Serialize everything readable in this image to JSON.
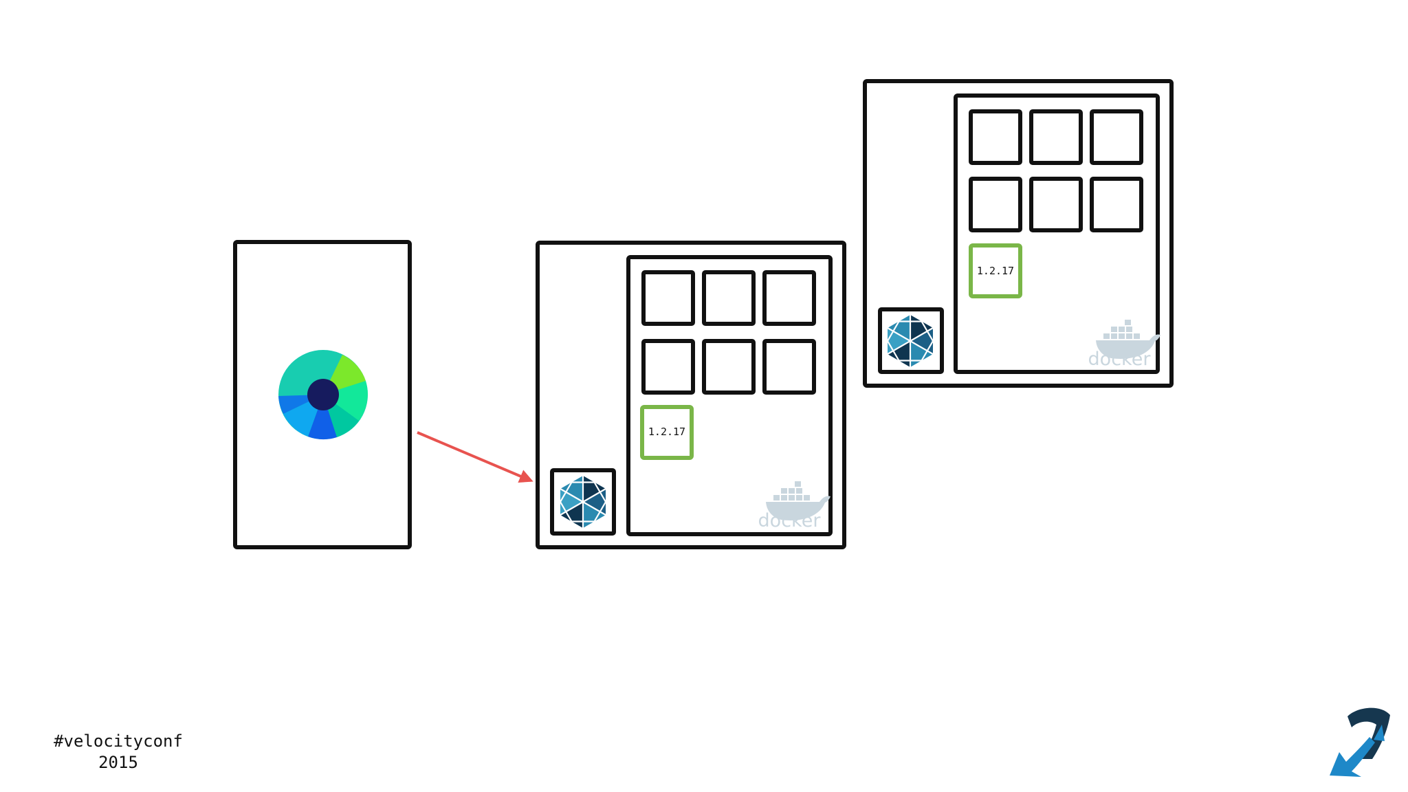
{
  "host_a": {
    "version_box": "1.2.17",
    "docker_wordmark": "docker"
  },
  "host_b": {
    "version_box": "1.2.17",
    "docker_wordmark": "docker"
  },
  "footer": {
    "hashtag": "#velocityconf",
    "year": "2015"
  },
  "colors": {
    "outline": "#111111",
    "version_box": "#7ab648",
    "arrow": "#e8534f",
    "docker_logo": "#c9d6de",
    "hex_logo_dark": "#0f3550",
    "hex_logo_light": "#2a8ab0",
    "brand_logo": "#1e88c8"
  },
  "icons": {
    "monitoring_logo": "colorful-ring-icon",
    "host_agent_logo": "hexagon-icon",
    "docker_logo": "docker-whale-icon",
    "brand_logo": "arrow-loop-logo-icon"
  }
}
